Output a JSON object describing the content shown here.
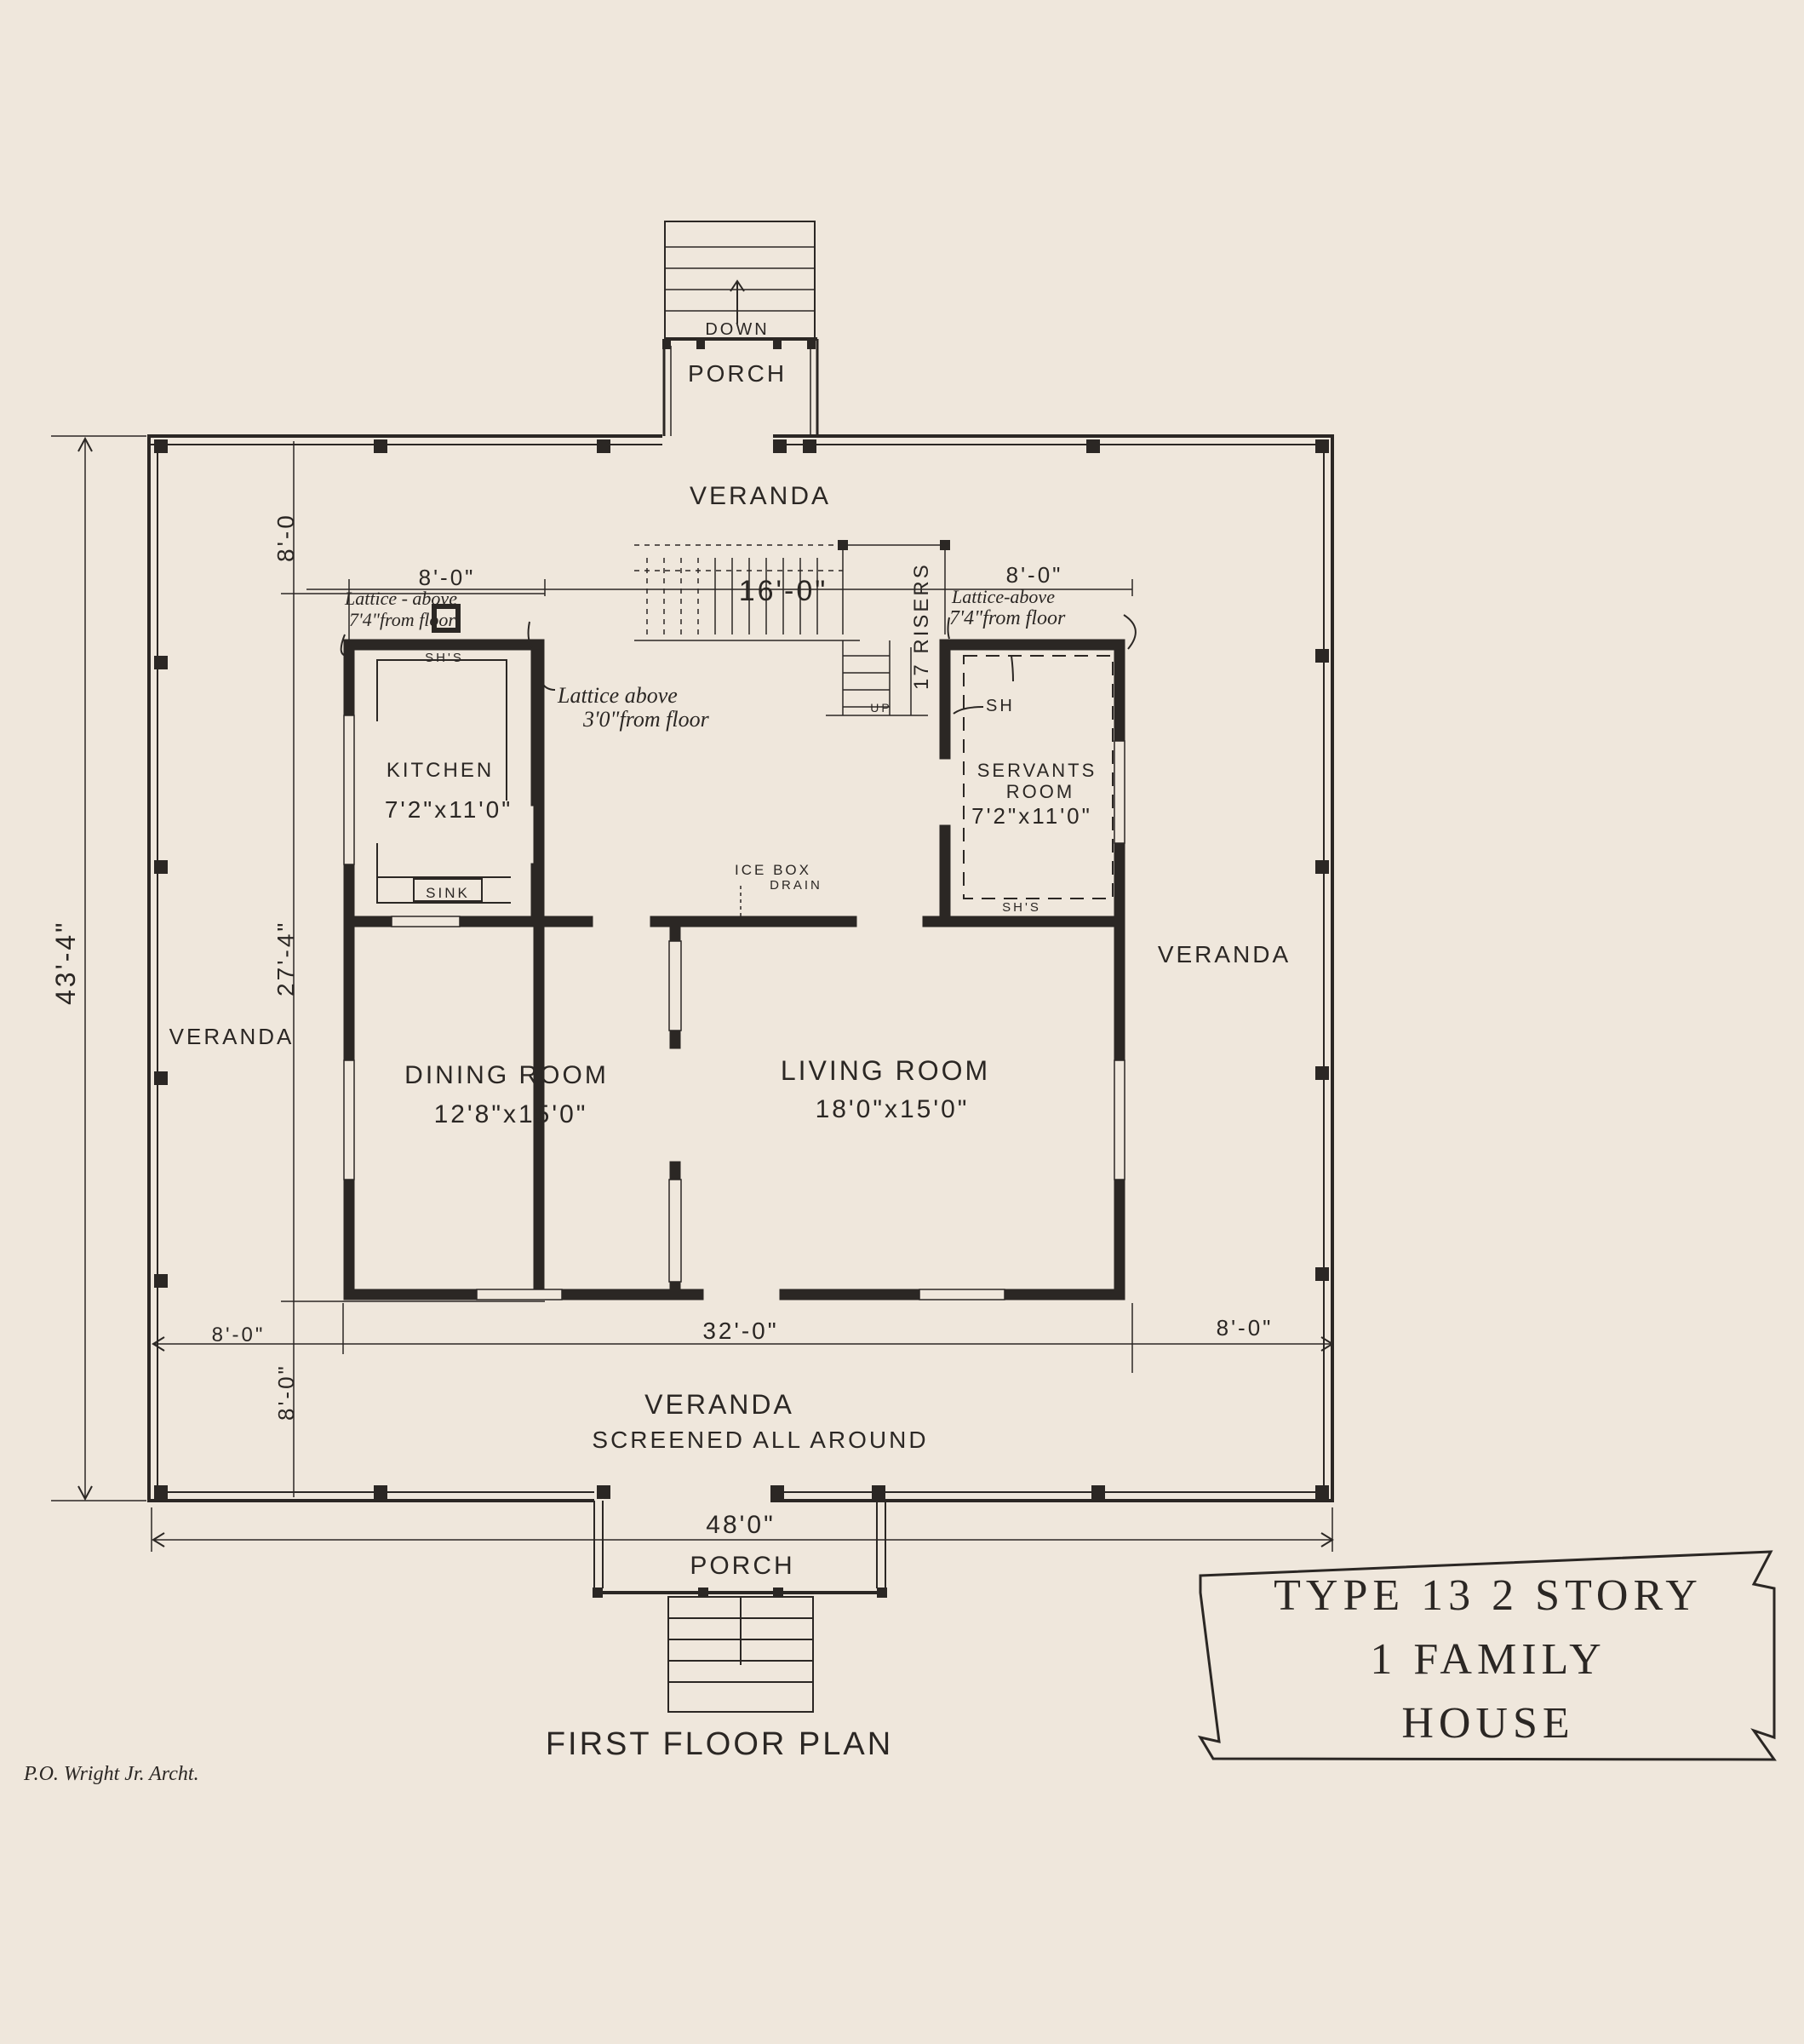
{
  "rooms": {
    "porch_top": "PORCH",
    "down": "DOWN",
    "veranda_top": "VERANDA",
    "veranda_left": "VERANDA",
    "veranda_right": "VERANDA",
    "veranda_bottom": "VERANDA",
    "veranda_bottom_note": "SCREENED ALL AROUND",
    "kitchen": "KITCHEN",
    "kitchen_size": "7'2\"x11'0\"",
    "servants_line1": "SERVANTS",
    "servants_line2": "ROOM",
    "servants_size": "7'2\"x11'0\"",
    "dining": "DINING ROOM",
    "dining_size": "12'8\"x15'0\"",
    "living": "LIVING ROOM",
    "living_size": "18'0\"x15'0\"",
    "porch_bottom": "PORCH"
  },
  "fixtures": {
    "sink": "SINK",
    "shs_kitchen": "SH'S",
    "shs_servants": "SH'S",
    "sh": "SH",
    "ice_box_line1": "ICE BOX",
    "ice_box_line2": "DRAIN",
    "risers": "17 RISERS",
    "up": "UP"
  },
  "notes": {
    "lattice_left_1": "Lattice - above",
    "lattice_left_2": "7'4\"from floor",
    "lattice_right_1": "Lattice-above",
    "lattice_right_2": "7'4\"from floor",
    "lattice_kitchen_1": "Lattice above",
    "lattice_kitchen_2": "3'0\"from floor"
  },
  "dimensions": {
    "overall_depth": "43'-4\"",
    "front_veranda_depth": "8'-0",
    "house_depth": "27'-4\"",
    "rear_veranda_depth": "8'-0\"",
    "kitchen_width": "8'-0\"",
    "stair_width": "16'-0\"",
    "servants_width": "8'-0\"",
    "left_veranda_width": "8'-0\"",
    "house_width": "32'-0\"",
    "right_veranda_width": "8'-0\"",
    "overall_width": "48'0\""
  },
  "title_block": {
    "line1": "TYPE 13 2 STORY",
    "line2": "1 FAMILY",
    "line3": "HOUSE"
  },
  "plan_title": "FIRST FLOOR PLAN",
  "architect": "P.O. Wright Jr. Archt.",
  "colors": {
    "paper": "#efe7dc",
    "ink": "#2b2724"
  }
}
